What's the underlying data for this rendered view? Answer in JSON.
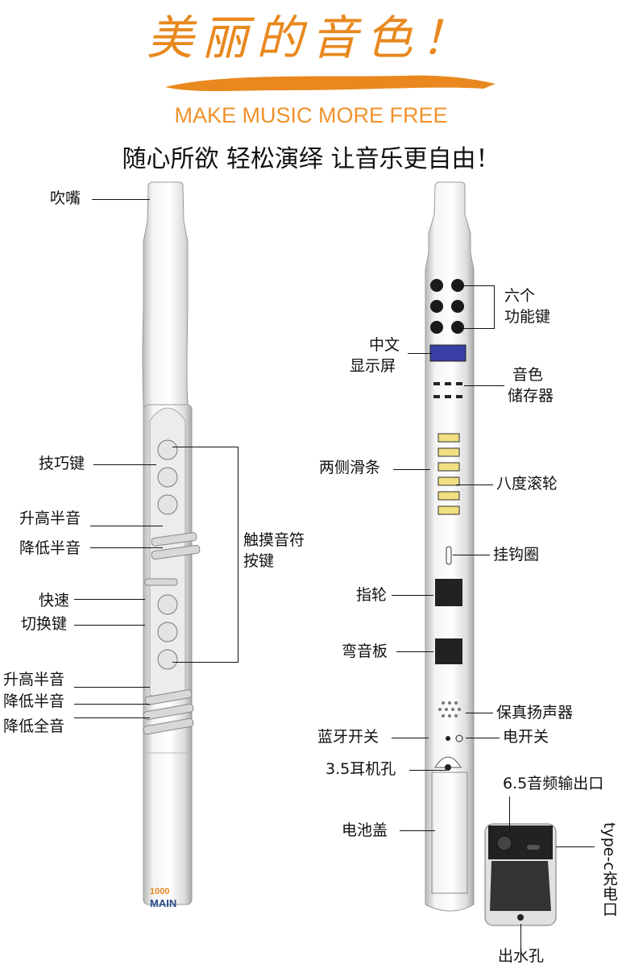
{
  "header": {
    "title_cn": "美丽的音色！",
    "title_en": "MAKE MUSIC MORE FREE",
    "subtitle": "随心所欲 轻松演绎 让音乐更自由！"
  },
  "brand": {
    "logo_number": "1000",
    "logo_text": "MAIN",
    "accent_color": "#e8881e"
  },
  "front_labels": {
    "mouthpiece": "吹嘴",
    "skill_key": "技巧键",
    "sharp_half_1": "升高半音",
    "flat_half_1": "降低半音",
    "touch_note_keys_l1": "触摸音符",
    "touch_note_keys_l2": "按键",
    "quick_l1": "快速",
    "quick_l2": "切换键",
    "sharp_half_2": "升高半音",
    "flat_half_2": "降低半音",
    "flat_whole": "降低全音"
  },
  "back_labels": {
    "six_keys_l1": "六个",
    "six_keys_l2": "功能键",
    "display_l1": "中文",
    "display_l2": "显示屏",
    "tone_memory_l1": "音色",
    "tone_memory_l2": "储存器",
    "side_slider": "两侧滑条",
    "octave_wheel": "八度滚轮",
    "hook_ring": "挂钩圈",
    "finger_wheel": "指轮",
    "pitch_bend": "弯音板",
    "speaker": "保真扬声器",
    "bluetooth": "蓝牙开关",
    "power": "电开关",
    "headphone": "3.5耳机孔",
    "battery": "电池盖",
    "out65": "6.5音频输出口",
    "typec": "type-c充电口",
    "drain": "出水孔"
  }
}
